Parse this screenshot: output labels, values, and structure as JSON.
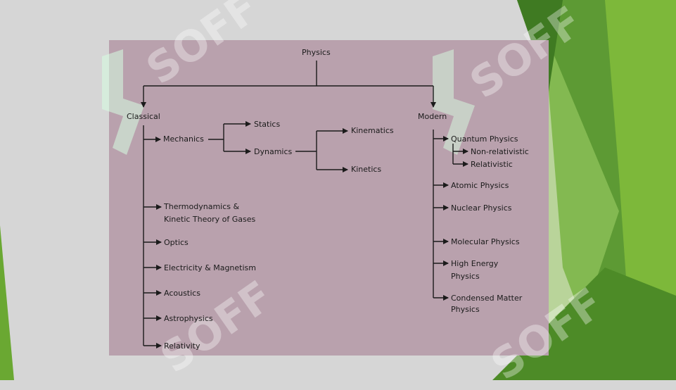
{
  "diagram": {
    "root": "Physics",
    "classical": {
      "label": "Classical",
      "mechanics": "Mechanics",
      "statics": "Statics",
      "dynamics": "Dynamics",
      "kinematics": "Kinematics",
      "kinetics": "Kinetics",
      "thermo_line1": "Thermodynamics &",
      "thermo_line2": "Kinetic Theory of Gases",
      "optics": "Optics",
      "electricity": "Electricity & Magnetism",
      "acoustics": "Acoustics",
      "astrophysics": "Astrophysics",
      "relativity": "Relativity"
    },
    "modern": {
      "label": "Modern",
      "quantum": "Quantum Physics",
      "nonrel": "Non-relativistic",
      "rel": "Relativistic",
      "atomic": "Atomic Physics",
      "nuclear": "Nuclear Physics",
      "molecular": "Molecular Physics",
      "high_line1": "High Energy",
      "high_line2": "Physics",
      "condensed_line1": "Condensed Matter",
      "condensed_line2": "Physics"
    }
  },
  "watermark": "SOFF",
  "colors": {
    "panel": "#b9a1ad",
    "background": "#d6d6d6",
    "green_dark": "#4f8a2a",
    "green_light": "#8cc43c"
  }
}
